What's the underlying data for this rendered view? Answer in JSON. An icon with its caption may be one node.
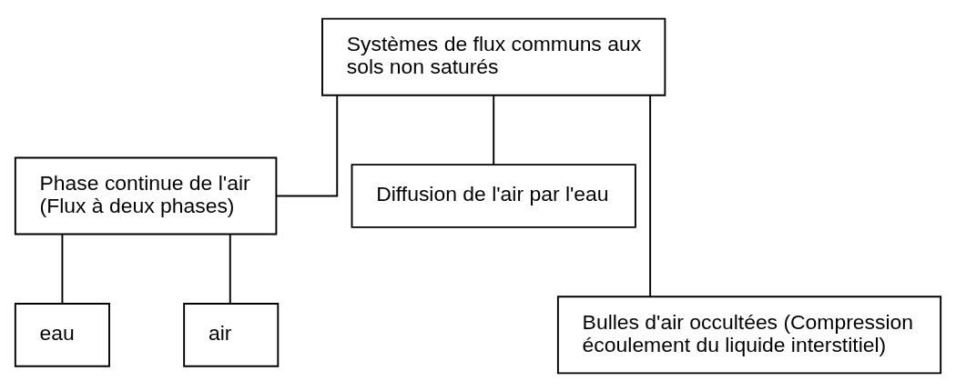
{
  "diagram": {
    "nodes": [
      {
        "text": [
          "Systèmes de flux communs aux sols non saturés"
        ]
      },
      {
        "text": [
          "Phase continue de l'air (Flux à deux phases)"
        ]
      },
      {
        "text": [
          "Diffusion de l'air par l'eau"
        ]
      },
      {
        "text": [
          "eau"
        ]
      },
      {
        "text": [
          "air"
        ]
      },
      {
        "text": [
          "Bulles d'air occultées (Compression écoulement du liquide interstitiel)"
        ]
      }
    ],
    "edges": [
      {
        "from": 0,
        "to": 1,
        "arrow": "none"
      },
      {
        "from": 0,
        "to": 5,
        "arrow": "none"
      },
      {
        "from": 0,
        "to": 2,
        "arrow": "none"
      },
      {
        "from": 1,
        "to": 3,
        "arrow": "none"
      },
      {
        "from": 1,
        "to": 4,
        "arrow": "none"
      }
    ]
  }
}
